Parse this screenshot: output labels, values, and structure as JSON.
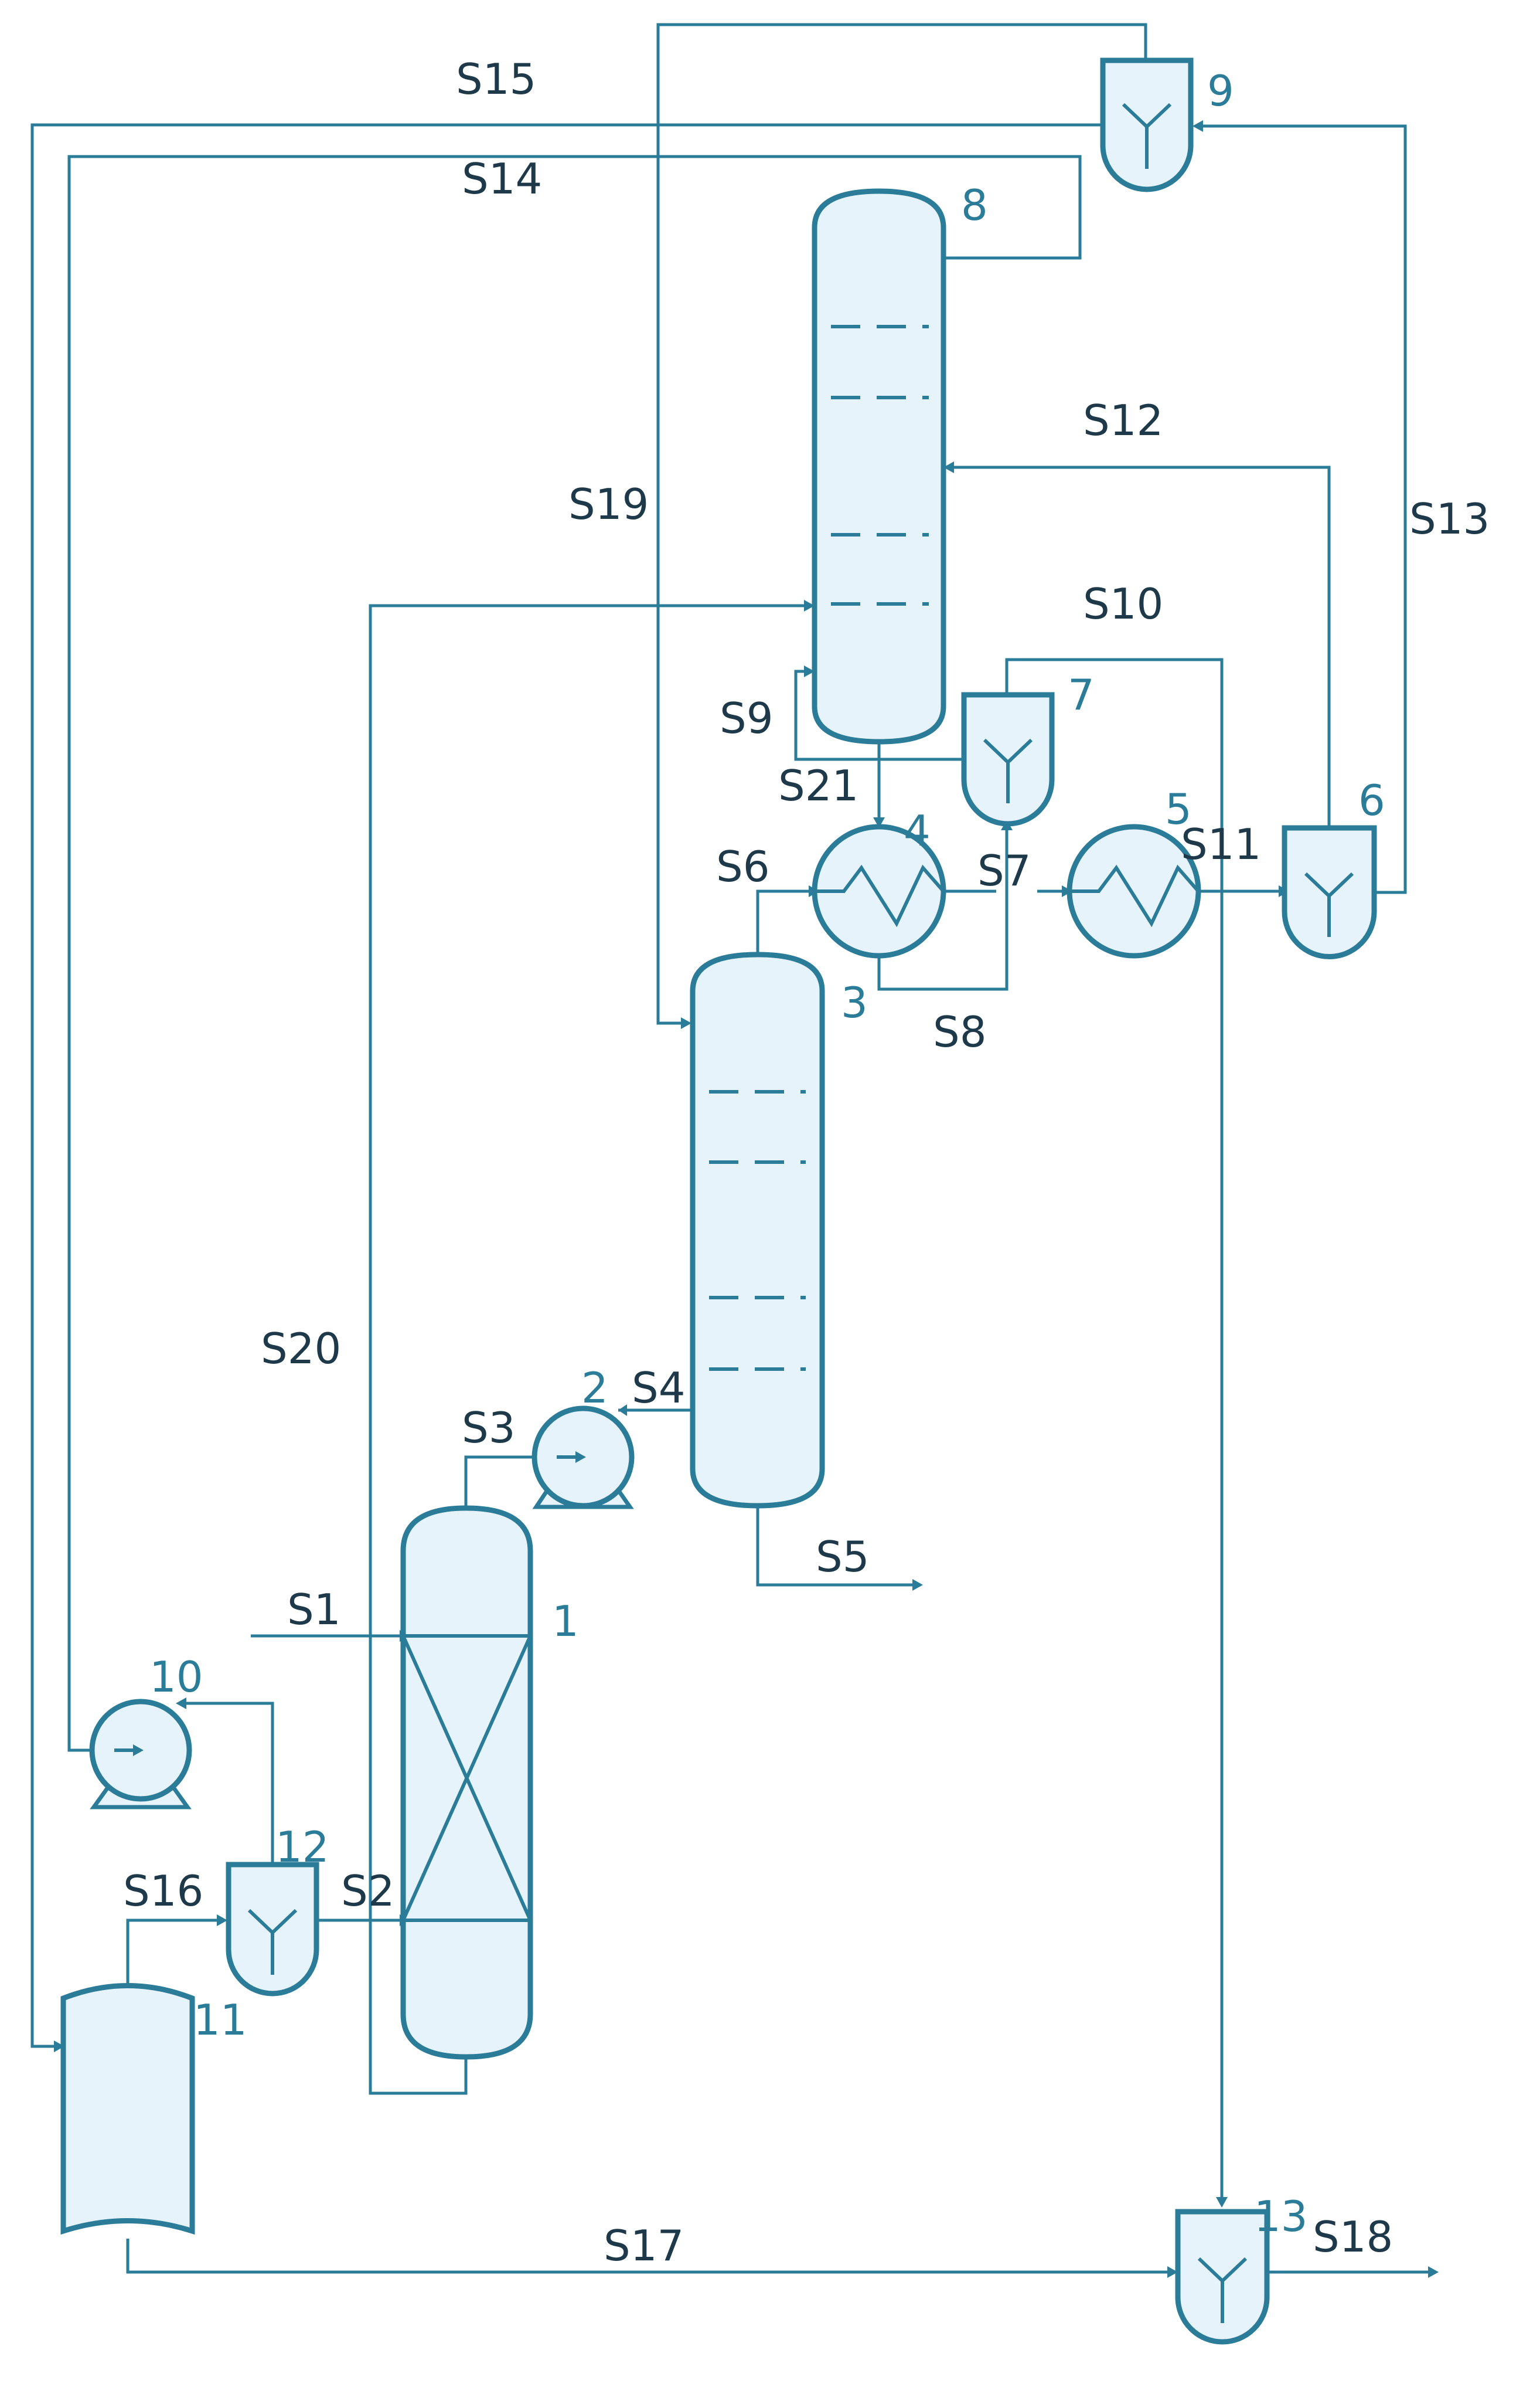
{
  "colors": {
    "line": "#2b7c99",
    "equipment_fill": "#e6f3fa",
    "stream_label": "#1e3a4a",
    "unit_label": "#2b7c99",
    "background": "#ffffff"
  },
  "units": {
    "u1": "1",
    "u2": "2",
    "u3": "3",
    "u4": "4",
    "u5": "5",
    "u6": "6",
    "u7": "7",
    "u8": "8",
    "u9": "9",
    "u10": "10",
    "u11": "11",
    "u12": "12",
    "u13": "13"
  },
  "equipment_types": {
    "u1": "packed-reactor",
    "u2": "pump",
    "u3": "distillation-column",
    "u4": "heat-exchanger",
    "u5": "heat-exchanger",
    "u6": "splitter",
    "u7": "splitter",
    "u8": "distillation-column",
    "u9": "splitter",
    "u10": "pump",
    "u11": "vessel",
    "u12": "splitter",
    "u13": "mixer"
  },
  "streams": {
    "s1": "S1",
    "s2": "S2",
    "s3": "S3",
    "s4": "S4",
    "s5": "S5",
    "s6": "S6",
    "s7": "S7",
    "s8": "S8",
    "s9": "S9",
    "s10": "S10",
    "s11": "S11",
    "s12": "S12",
    "s13": "S13",
    "s14": "S14",
    "s15": "S15",
    "s16": "S16",
    "s17": "S17",
    "s18": "S18",
    "s19": "S19",
    "s20": "S20",
    "s21": "S21"
  }
}
